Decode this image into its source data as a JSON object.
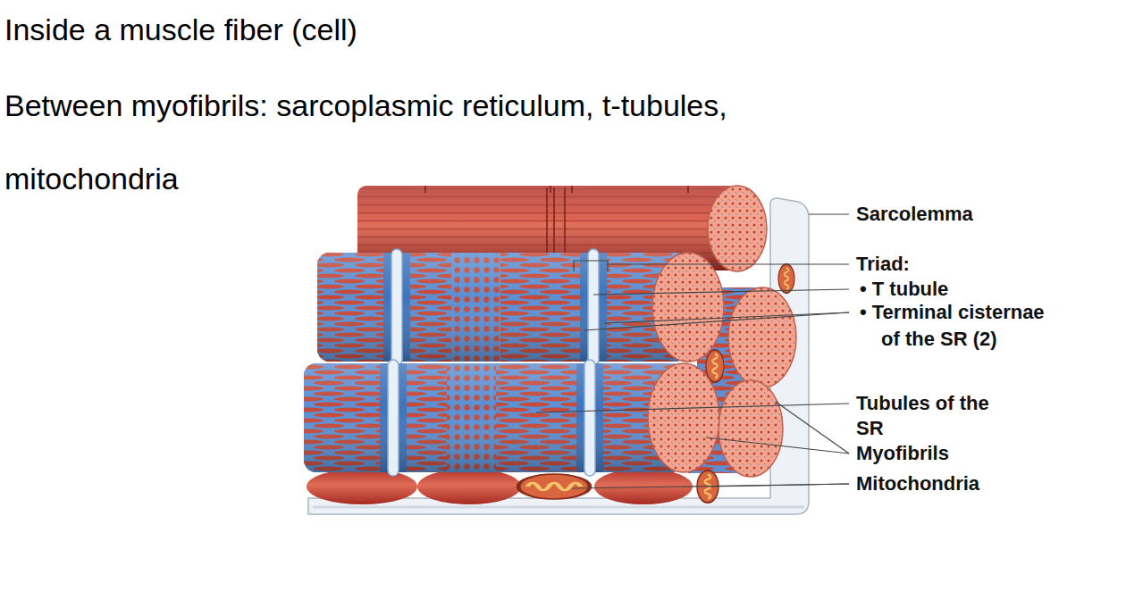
{
  "diagram": {
    "title": "Inside a muscle fiber (cell)",
    "labels": [
      "Between myofibrils: sarcoplasmic reticulum, t-tubules, mitochondria",
      "Sarcolemma",
      "Triad:",
      "• T tubule",
      "• Terminal cisternae of the SR (2)",
      "Tubules of the SR",
      "Myofibrils",
      "Mitochondria"
    ]
  }
}
